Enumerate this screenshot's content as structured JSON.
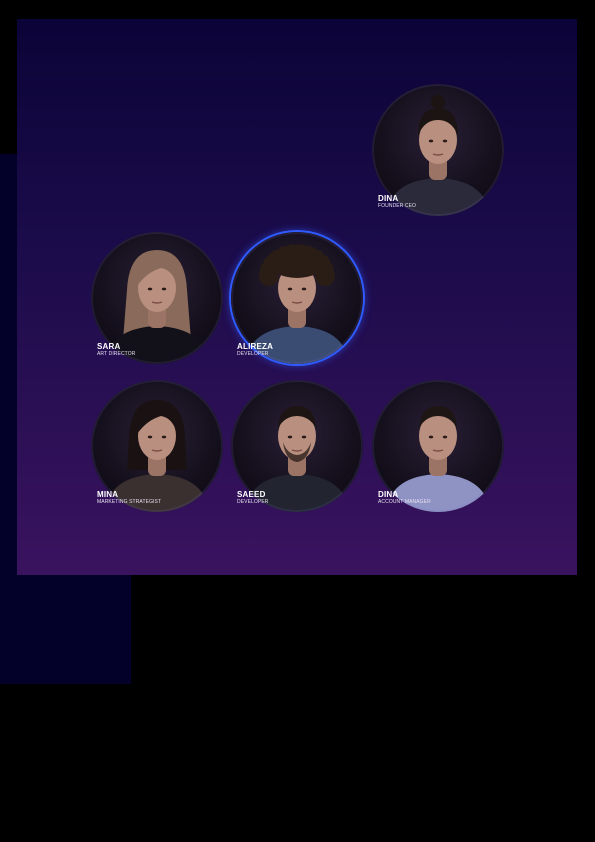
{
  "colors": {
    "page_background": "#000000",
    "card_gradient_top": "#0b0438",
    "card_gradient_bottom": "#3a135f",
    "selected_ring": "#2f5bff",
    "text": "#ffffff"
  },
  "team": [
    {
      "name": "DINA",
      "role": "FOUNDER CEO",
      "hair": "#1c1412",
      "shirt": "#2b2a3a",
      "hairstyle": "bun",
      "selected": false
    },
    {
      "name": "SARA",
      "role": "ART DIRECTOR",
      "hair": "#8a6a5a",
      "shirt": "#121018",
      "hairstyle": "long",
      "selected": false
    },
    {
      "name": "ALIREZA",
      "role": "DEVELOPER",
      "hair": "#2a1d16",
      "shirt": "#3b4c73",
      "hairstyle": "curly",
      "selected": true
    },
    {
      "name": "MINA",
      "role": "MARKETING STRATEGIST",
      "hair": "#1a1212",
      "shirt": "#3a3030",
      "hairstyle": "bob",
      "selected": false
    },
    {
      "name": "SAEED",
      "role": "DEVELOPER",
      "hair": "#1d1513",
      "shirt": "#222430",
      "hairstyle": "short",
      "selected": false
    },
    {
      "name": "DINA",
      "role": "ACCOUNT MANAGER",
      "hair": "#1e1614",
      "shirt": "#8f93c4",
      "hairstyle": "short-f",
      "selected": false
    }
  ]
}
